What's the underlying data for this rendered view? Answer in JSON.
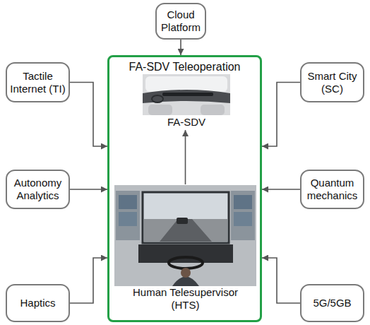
{
  "diagram": {
    "nodes": [
      {
        "text": [
          "Cloud Platform"
        ]
      },
      {
        "text": [
          "Tactile Internet (TI)"
        ]
      },
      {
        "text": [
          "FA-SDV Teleoperation"
        ]
      },
      {
        "text": [
          "Smart City (SC)"
        ]
      },
      {
        "text": [
          "FA-SDV"
        ],
        "in": 2
      },
      {
        "text": [
          "Autonomy Analytics"
        ]
      },
      {
        "text": [
          "Quantum mechanics"
        ]
      },
      {
        "text": [
          "Human Telesupervisor (HTS)"
        ],
        "in": 2
      },
      {
        "text": [
          "Haptics"
        ]
      },
      {
        "text": [
          "5G/5GB"
        ]
      }
    ],
    "edges": [
      {
        "from": 0,
        "to": 2,
        "arrow": "to"
      },
      {
        "from": 1,
        "to": 2,
        "arrow": "to"
      },
      {
        "from": 3,
        "to": 2,
        "arrow": "to"
      },
      {
        "from": 7,
        "to": 4,
        "arrow": "to"
      },
      {
        "from": 5,
        "to": 2,
        "arrow": "to"
      },
      {
        "from": 6,
        "to": 2,
        "arrow": "to"
      },
      {
        "from": 8,
        "to": 2,
        "arrow": "to"
      },
      {
        "from": 9,
        "to": 2,
        "arrow": "to"
      }
    ]
  }
}
